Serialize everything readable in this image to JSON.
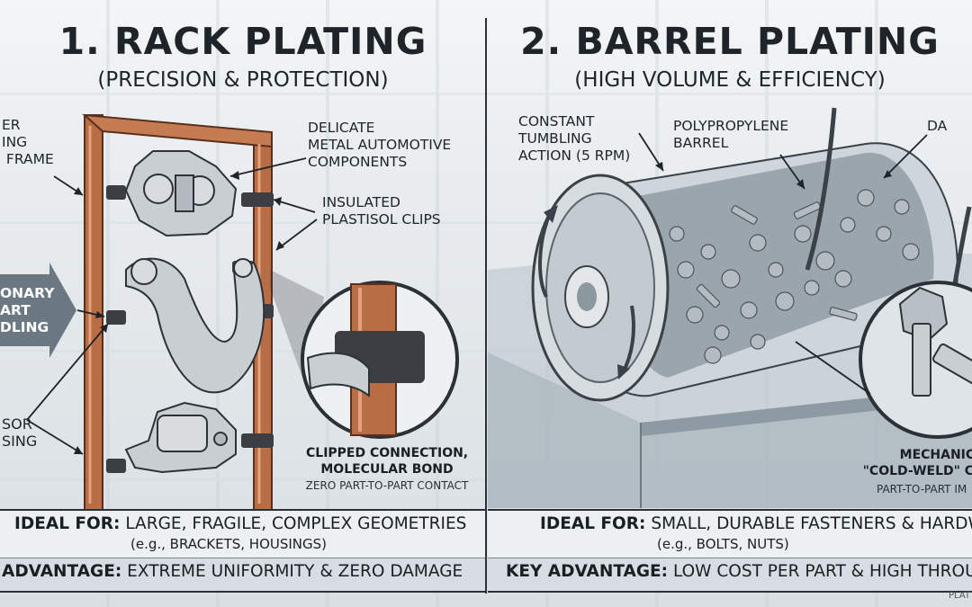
{
  "left": {
    "title": "1. RACK PLATING",
    "subtitle": "(PRECISION & PROTECTION)",
    "labels": {
      "frame": "ER\nING\n FRAME",
      "components": "DELICATE\nMETAL AUTOMOTIVE\nCOMPONENTS",
      "clips": "INSULATED\nPLASTISOL CLIPS",
      "stationary": "ONARY\nART\nDLING",
      "sensor": "SOR\nSING",
      "connection_title": "CLIPPED CONNECTION,\nMOLECULAR BOND",
      "connection_sub": "ZERO PART-TO-PART CONTACT"
    },
    "ideal_label": "IDEAL FOR:",
    "ideal_text": "LARGE, FRAGILE, COMPLEX GEOMETRIES",
    "ideal_examples": "(e.g., BRACKETS, HOUSINGS)",
    "advantage_label": "ADVANTAGE:",
    "advantage_text": "EXTREME UNIFORMITY & ZERO DAMAGE"
  },
  "right": {
    "title": "2. BARREL PLATING",
    "subtitle": "(HIGH VOLUME & EFFICIENCY)",
    "labels": {
      "tumbling": "CONSTANT\nTUMBLING\nACTION (5 RPM)",
      "barrel": "POLYPROPYLENE\nBARREL",
      "dangler": "DA",
      "cold_weld_title": "MECHANICA\n\"COLD-WELD\" CO",
      "cold_weld_sub": "PART-TO-PART IM"
    },
    "ideal_label": "IDEAL FOR:",
    "ideal_text": "SMALL, DURABLE FASTENERS & HARDWAR",
    "ideal_examples": "(e.g., BOLTS, NUTS)",
    "advantage_label": "KEY ADVANTAGE:",
    "advantage_text": "LOW COST PER PART & HIGH THROUGHP"
  },
  "footer": "PLAT",
  "colors": {
    "copper": "#b86d45",
    "copper_dark": "#7a4126",
    "clip": "#3b3f43",
    "metal": "#c9ced2",
    "ink": "#1e2429",
    "arrow": "#5d6b77"
  }
}
